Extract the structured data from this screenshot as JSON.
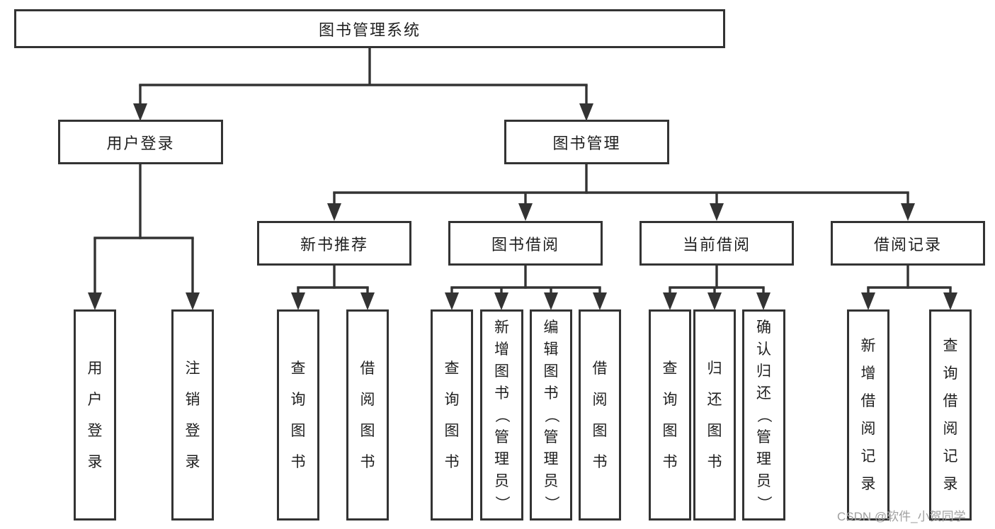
{
  "diagram": {
    "title": "图书管理系统",
    "root": {
      "label": "图书管理系统"
    },
    "level2": [
      {
        "label": "用户登录"
      },
      {
        "label": "图书管理"
      }
    ],
    "level3": [
      {
        "label": "新书推荐",
        "parent": "图书管理"
      },
      {
        "label": "图书借阅",
        "parent": "图书管理"
      },
      {
        "label": "当前借阅",
        "parent": "图书管理"
      },
      {
        "label": "借阅记录",
        "parent": "图书管理"
      }
    ],
    "leaves": [
      {
        "label": "用户登录",
        "parent": "用户登录"
      },
      {
        "label": "注销登录",
        "parent": "用户登录"
      },
      {
        "label": "查询图书",
        "parent": "新书推荐"
      },
      {
        "label": "借阅图书",
        "parent": "新书推荐"
      },
      {
        "label": "查询图书",
        "parent": "图书借阅"
      },
      {
        "label": "新增图书（管理员）",
        "parent": "图书借阅"
      },
      {
        "label": "编辑图书（管理员）",
        "parent": "图书借阅"
      },
      {
        "label": "借阅图书",
        "parent": "图书借阅"
      },
      {
        "label": "查询图书",
        "parent": "当前借阅"
      },
      {
        "label": "归还图书",
        "parent": "当前借阅"
      },
      {
        "label": "确认归还（管理员）",
        "parent": "当前借阅"
      },
      {
        "label": "新增借阅记录",
        "parent": "借阅记录"
      },
      {
        "label": "查询借阅记录",
        "parent": "借阅记录"
      }
    ],
    "watermark": "CSDN @软件_小贺同学",
    "colors": {
      "line": "#333333",
      "text": "#1f1f1f",
      "watermark": "#a0a0a0",
      "background": "#ffffff"
    }
  }
}
